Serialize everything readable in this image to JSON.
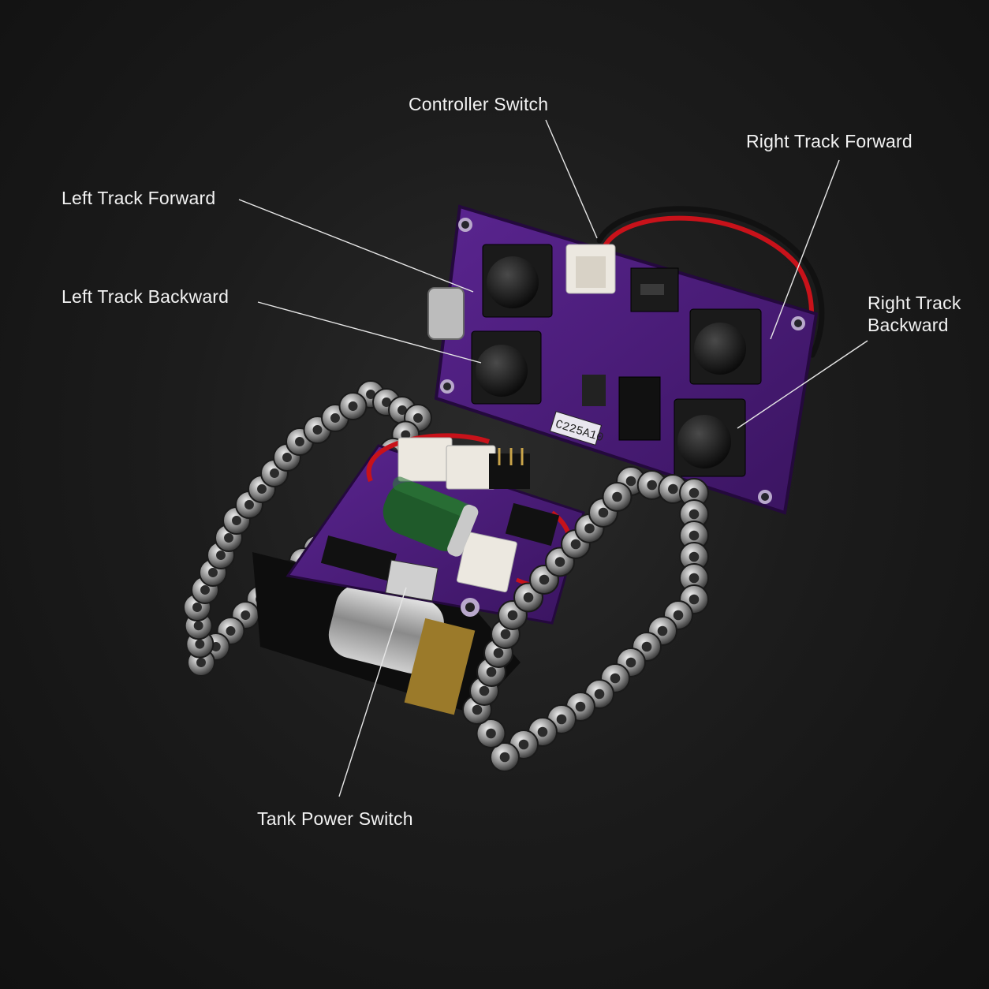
{
  "callouts": {
    "controller_switch": "Controller Switch",
    "right_track_forward": "Right Track Forward",
    "left_track_forward": "Left Track Forward",
    "left_track_backward": "Left Track Backward",
    "right_track_backward_line1": "Right Track",
    "right_track_backward_line2": "Backward",
    "tank_power_switch": "Tank Power Switch"
  },
  "board_markings": {
    "controller_chip_label": "C225A10"
  },
  "colors": {
    "pcb_purple": "#4a1c78",
    "background": "#1a1a1a",
    "wire_red": "#d0121a",
    "connector_white": "#ece8e0",
    "capacitor_green": "#1f5a2a"
  }
}
